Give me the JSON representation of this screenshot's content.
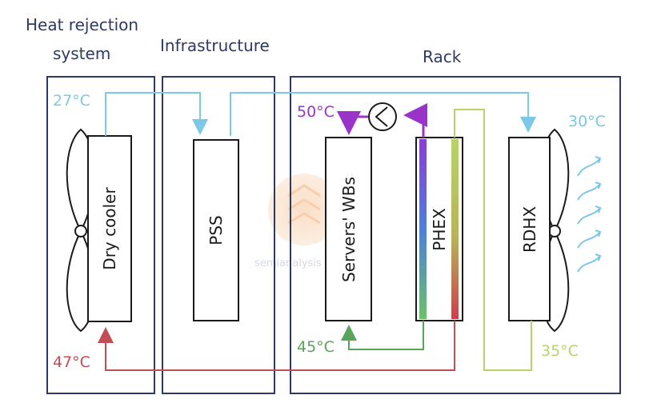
{
  "sections": {
    "heat_rejection": {
      "line1": "Heat rejection",
      "line2": "system"
    },
    "infrastructure": {
      "title": "Infrastructure"
    },
    "rack": {
      "title": "Rack"
    }
  },
  "components": {
    "dry_cooler": "Dry cooler",
    "pss": "PSS",
    "servers_wbs": "Servers' WBs",
    "phex": "PHEX",
    "rdhx": "RDHX"
  },
  "temperatures": {
    "t27": "27°C",
    "t50": "50°C",
    "t30": "30°C",
    "t45": "45°C",
    "t35": "35°C",
    "t47": "47°C"
  },
  "watermark": {
    "text": "semianalysis"
  },
  "colors": {
    "border": "#2d3a63",
    "cold_loop": "#7cc8e6",
    "hot_loop": "#c44d55",
    "loop_50": "#9a34c8",
    "loop_45": "#5aa35a",
    "loop_35": "#b7d36a",
    "air": "#7cc8e6"
  }
}
